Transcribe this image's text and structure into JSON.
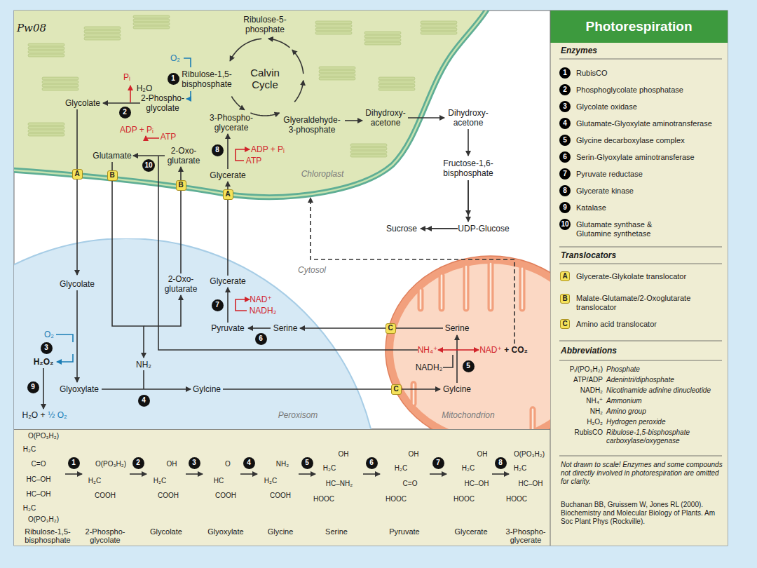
{
  "diagram": {
    "title": "Photorespiration",
    "nodes": [
      {
        "text": [
          "Chloroplast"
        ]
      },
      {
        "text": [
          "Peroxisom"
        ]
      },
      {
        "text": [
          "Mitochondrion"
        ]
      },
      {
        "text": [
          "1"
        ],
        "in": 0
      },
      {
        "text": [
          "2"
        ],
        "in": 0
      },
      {
        "text": [
          "10"
        ],
        "in": 0
      },
      {
        "text": [
          "8"
        ],
        "in": 0
      },
      {
        "text": [
          "3"
        ],
        "in": 1
      },
      {
        "text": [
          "9"
        ],
        "in": 1
      },
      {
        "text": [
          "4"
        ],
        "in": 1
      },
      {
        "text": [
          "7"
        ],
        "in": 1
      },
      {
        "text": [
          "6"
        ],
        "in": 1
      },
      {
        "text": [
          "5"
        ],
        "in": 2
      },
      {
        "text": [
          "A"
        ]
      },
      {
        "text": [
          "B"
        ]
      },
      {
        "text": [
          "B"
        ]
      },
      {
        "text": [
          "A"
        ]
      },
      {
        "text": [
          "C"
        ]
      },
      {
        "text": [
          "C"
        ]
      },
      {
        "text": [
          "1"
        ]
      },
      {
        "text": [
          "2"
        ]
      },
      {
        "text": [
          "3"
        ]
      },
      {
        "text": [
          "4"
        ]
      },
      {
        "text": [
          "5"
        ]
      },
      {
        "text": [
          "6"
        ]
      },
      {
        "text": [
          "7"
        ]
      },
      {
        "text": [
          "8"
        ]
      }
    ],
    "labels": [
      "Pw08",
      "Ribulose-5- phosphate",
      "O₂",
      "Ribulose-1,5- bisphosphate",
      "Calvin Cycle",
      "Pᵢ",
      "H₂O",
      "Glycolate",
      "2-Phospho- glycolate",
      "3-Phospho- glycerate",
      "Glyeraldehyde- 3-phosphate",
      "Dihydroxy- acetone",
      "Dihydroxy- acetone",
      "ADP + Pᵢ",
      "ATP",
      "2-Oxo- glutarate",
      "Glutamate",
      "ADP + Pᵢ",
      "ATP",
      "Glycerate",
      "Fructose-1,6- bisphosphate",
      "Sucrose",
      "UDP-Glucose",
      "Cytosol",
      "Glycolate",
      "2-Oxo- glutarate",
      "Glycerate",
      "NAD⁺",
      "NADH₂",
      "Pyruvate",
      "Serine",
      "Serine",
      "NH₄⁺",
      "NAD⁺",
      "+ CO₂",
      "NADH₂",
      "O₂",
      "H₂O₂",
      "NH₂",
      "Glyoxylate",
      "Gylcine",
      "Gylcine",
      "H₂O +",
      "½ O₂",
      "Enzymes",
      "1",
      "2",
      "3",
      "4",
      "5",
      "6",
      "7",
      "8",
      "9",
      "10",
      "Translocators",
      "A",
      "B",
      "C",
      "Abbreviations",
      "Pᵢ/(PO₃H₂)",
      "Phosphate",
      "ATP/ADP",
      "Adenintri/diphosphate",
      "NADH₂",
      "Nicotinamide adinine dinucleotide",
      "NH₄⁺",
      "Ammonium",
      "NH₂",
      "Amino group",
      "H₂O₂",
      "Hydrogen peroxide",
      "RubisCO",
      "Ribulose-1,5-bisphosphate carboxylase/oxygenase",
      "Not drawn to scale! Enzymes and some compounds not directly involved in photorespiration are omitted for clarity.",
      "Buchanan BB, Gruissem W, Jones RL (2000). Biochemistry and Molecular Biology of Plants. Am Soc Plant Phys (Rockville).",
      "O(PO₃H₂)",
      "H₂C",
      "C=O",
      "HC–OH",
      "HC–OH",
      "H₂C",
      "O(PO₃H₂)",
      "Ribulose-1,5- bisphosphate",
      "O(PO₃H₂)",
      "H₂C",
      "COOH",
      "2-Phospho- glycolate",
      "OH",
      "H₂C",
      "COOH",
      "Glycolate",
      "O",
      "HC",
      "COOH",
      "Glyoxylate",
      "NH₂",
      "H₂C",
      "COOH",
      "Glycine",
      "OH",
      "H₂C",
      "HC–NH₂",
      "HOOC",
      "Serine",
      "OH",
      "H₂C",
      "C=O",
      "HOOC",
      "Pyruvate",
      "OH",
      "H₂C",
      "HC–OH",
      "HOOC",
      "Glycerate",
      "O(PO₃H₂)",
      "H₂C",
      "HC–OH",
      "HOOC",
      "3-Phospho- glycerate"
    ],
    "legend": [
      {
        "text": "RubisCO",
        "color": "#000000"
      },
      {
        "text": "Phosphoglycolate phosphatase",
        "color": "#000000"
      },
      {
        "text": "Glycolate oxidase",
        "color": "#000000"
      },
      {
        "text": "Glutamate-Glyoxylate aminotransferase",
        "color": "#000000"
      },
      {
        "text": "Glycine decarboxylase complex",
        "color": "#000000"
      },
      {
        "text": "Serin-Glyoxylate aminotransferase",
        "color": "#000000"
      },
      {
        "text": "Pyruvate reductase",
        "color": "#000000"
      },
      {
        "text": "Glycerate kinase",
        "color": "#000000"
      },
      {
        "text": "Katalase",
        "color": "#000000"
      },
      {
        "text": "Glutamate synthase & Glutamine synthetase",
        "color": "#000000"
      },
      {
        "text": "Glycerate-Glykolate translocator",
        "color": "#f5e25a"
      },
      {
        "text": "Malate-Glutamate/2-Oxoglutarate translocator",
        "color": "#f5e25a"
      },
      {
        "text": "Amino acid translocator",
        "color": "#f5e25a"
      }
    ]
  }
}
